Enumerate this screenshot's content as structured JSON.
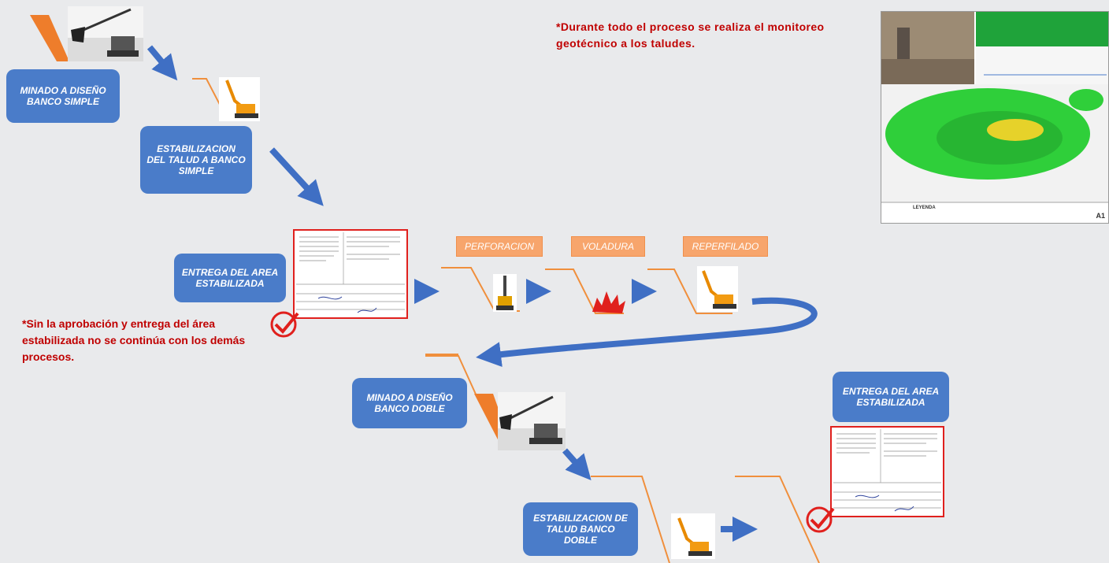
{
  "steps": {
    "minado_simple": "MINADO A DISEÑO BANCO SIMPLE",
    "estab_simple": "ESTABILIZACION DEL TALUD A BANCO SIMPLE",
    "entrega_1": "ENTREGA DEL AREA ESTABILIZADA",
    "perforacion": "PERFORACION",
    "voladura": "VOLADURA",
    "reperfilado": "REPERFILADO",
    "minado_doble": "MINADO A DISEÑO BANCO DOBLE",
    "estab_doble": "ESTABILIZACION DE TALUD BANCO DOBLE",
    "entrega_2": "ENTREGA DEL AREA ESTABILIZADA"
  },
  "notes": {
    "monitoring": "*Durante todo el proceso se realiza el monitoreo geotécnico a los taludes.",
    "approval": "*Sin la aprobación y entrega del área estabilizada no se continúa con los demás procesos."
  },
  "map": {
    "legend_title": "LEYENDA",
    "sheet": "A1"
  },
  "colors": {
    "box_blue": "#4a7cc9",
    "arrow_blue": "#3f6fc4",
    "step_line_orange": "#f08f3c",
    "tag_orange": "#f7a56c",
    "note_red": "#c00000",
    "check_red": "#e0201d"
  }
}
